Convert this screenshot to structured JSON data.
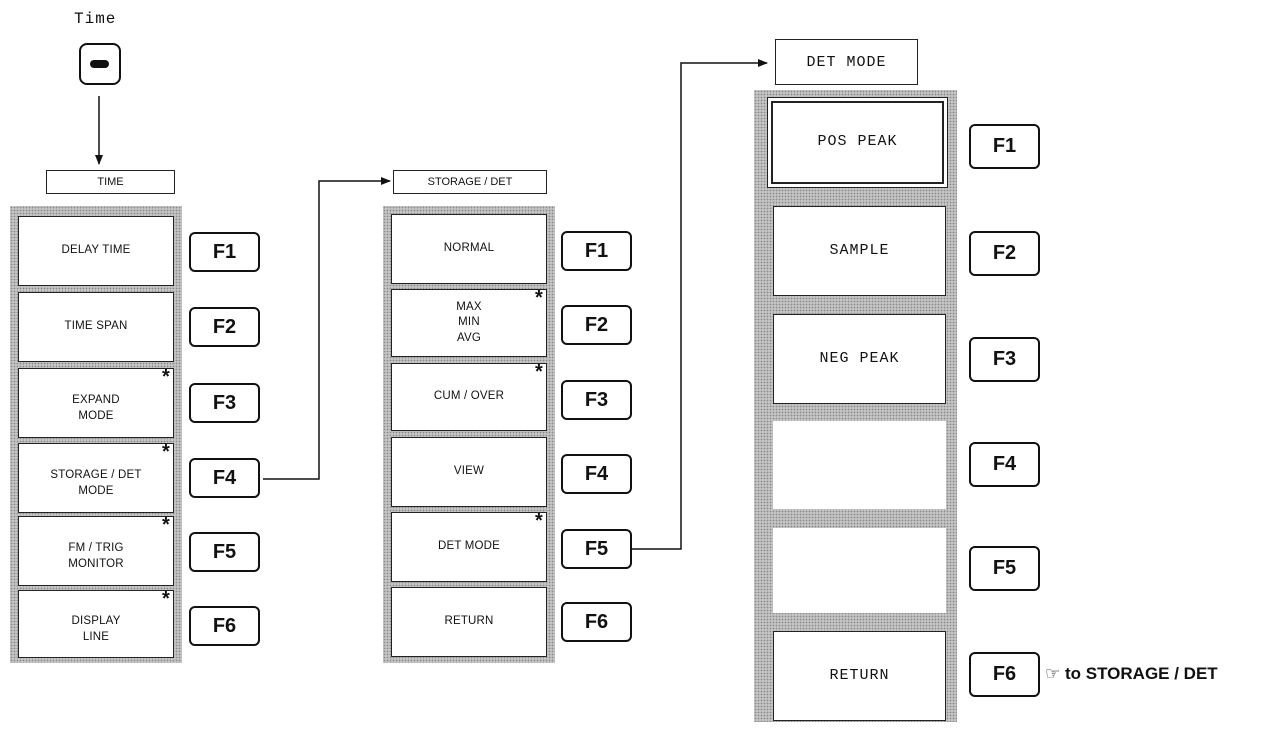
{
  "top_key": {
    "label": "Time"
  },
  "col1": {
    "header": "TIME",
    "items": [
      {
        "label": "DELAY TIME",
        "star": false,
        "key": "F1"
      },
      {
        "label": "TIME SPAN",
        "star": false,
        "key": "F2"
      },
      {
        "label": "EXPAND\nMODE",
        "star": true,
        "key": "F3"
      },
      {
        "label": "STORAGE / DET\nMODE",
        "star": true,
        "key": "F4"
      },
      {
        "label": "FM / TRIG\nMONITOR",
        "star": true,
        "key": "F5"
      },
      {
        "label": "DISPLAY\nLINE",
        "star": true,
        "key": "F6"
      }
    ]
  },
  "col2": {
    "header": "STORAGE / DET",
    "items": [
      {
        "label": "NORMAL",
        "star": false,
        "key": "F1"
      },
      {
        "label": "MAX\nMIN\nAVG",
        "star": true,
        "key": "F2"
      },
      {
        "label": "CUM / OVER",
        "star": true,
        "key": "F3"
      },
      {
        "label": "VIEW",
        "star": false,
        "key": "F4"
      },
      {
        "label": "DET MODE",
        "star": true,
        "key": "F5"
      },
      {
        "label": "RETURN",
        "star": false,
        "key": "F6"
      }
    ]
  },
  "col3": {
    "header": "DET MODE",
    "items": [
      {
        "label": "POS PEAK",
        "key": "F1"
      },
      {
        "label": "SAMPLE",
        "key": "F2"
      },
      {
        "label": "NEG PEAK",
        "key": "F3"
      },
      {
        "label": "",
        "key": "F4"
      },
      {
        "label": "",
        "key": "F5"
      },
      {
        "label": "RETURN",
        "key": "F6"
      }
    ],
    "note_glyph": "☞",
    "note_text": "to STORAGE / DET"
  }
}
